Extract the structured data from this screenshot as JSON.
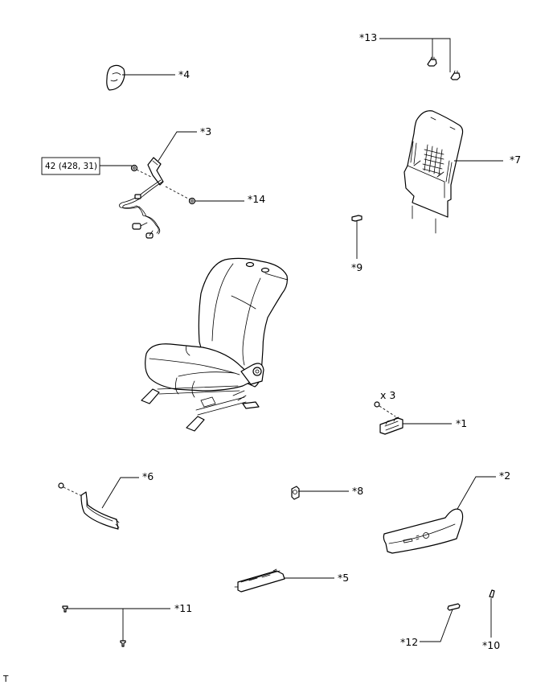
{
  "labels": {
    "p1": "*1",
    "p2": "*2",
    "p3": "*3",
    "p4": "*4",
    "p5": "*5",
    "p6": "*6",
    "p7": "*7",
    "p8": "*8",
    "p9": "*9",
    "p10": "*10",
    "p11": "*11",
    "p12": "*12",
    "p13": "*13",
    "p14": "*14"
  },
  "torque_spec": "42 (428, 31)",
  "quantity_note": "x 3",
  "corner_mark": "T"
}
